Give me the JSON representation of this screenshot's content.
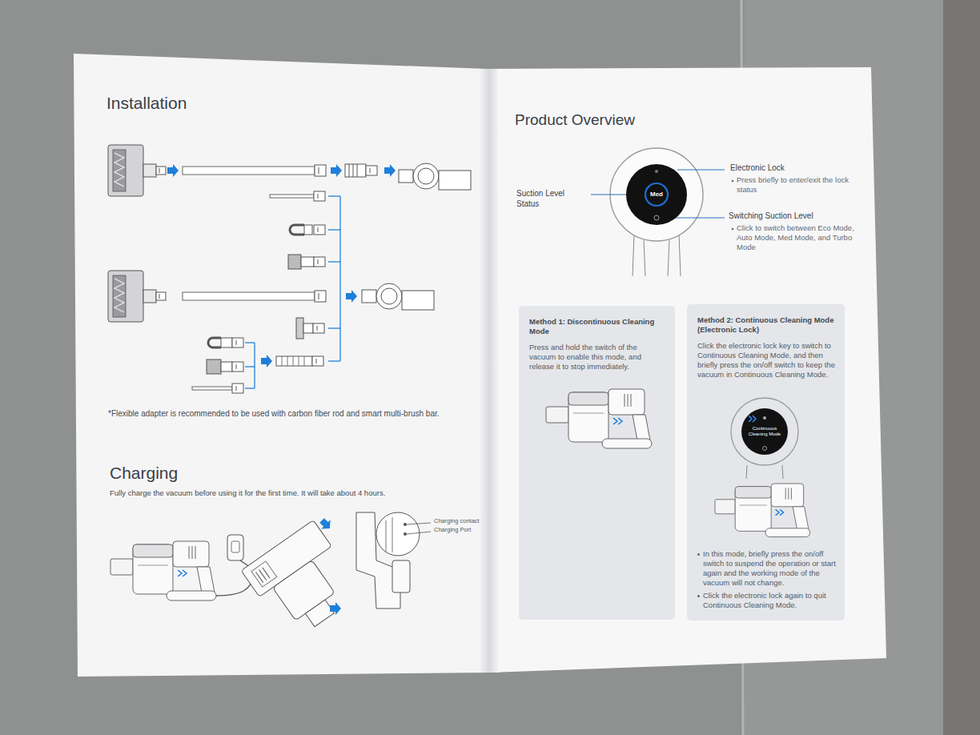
{
  "diagram": {
    "nodes": [
      {
        "text": [
          "Med"
        ]
      },
      {
        "text": [
          "Method 1: Discontinuous Cleaning Mode",
          "Press and hold the switch of the vacuum to enable this mode, and release it to stop immediately."
        ]
      },
      {
        "text": [
          "Method 2: Continuous Cleaning Mode (Electronic Lock)",
          "Click the electronic lock key to switch to Continuous Cleaning Mode, and then briefly press the on/off switch to keep the vacuum in Continuous Cleaning Mode.",
          "In this mode, briefly press the on/off switch to suspend the operation or start again and the working mode of the vacuum will not change.",
          "Click the electronic lock again to quit Continuous Cleaning Mode."
        ]
      },
      {
        "text": [
          "Continuous Cleaning Mode"
        ],
        "in": 2
      }
    ],
    "labels": [
      "Installation",
      "*Flexible adapter is recommended to be used with carbon fiber rod and smart multi-brush bar.",
      "Charging",
      "Fully charge the vacuum before using it for the first time. It will take about 4 hours.",
      "Charging contact",
      "Charging Port",
      "Product Overview",
      "Electronic Lock",
      "Press briefly to enter/exit the lock status",
      "Suction Level Status",
      "Switching Suction Level",
      "Click to switch between Eco Mode, Auto Mode, Med Mode, and Turbo Mode"
    ]
  }
}
